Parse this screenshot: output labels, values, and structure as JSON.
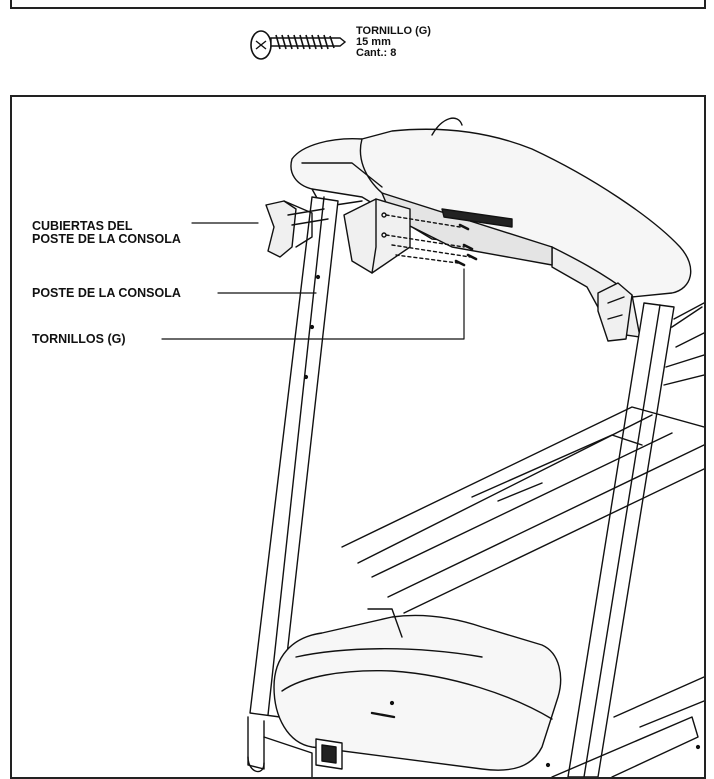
{
  "hardware": {
    "name": "TORNILLO (G)",
    "size": "15 mm",
    "quantity": "Cant.: 8",
    "icon": "screw-icon"
  },
  "callouts": {
    "covers_line1": "CUBIERTAS DEL",
    "covers_line2": "POSTE DE LA CONSOLA",
    "post": "POSTE DE LA CONSOLA",
    "screws": "TORNILLOS (G)"
  }
}
